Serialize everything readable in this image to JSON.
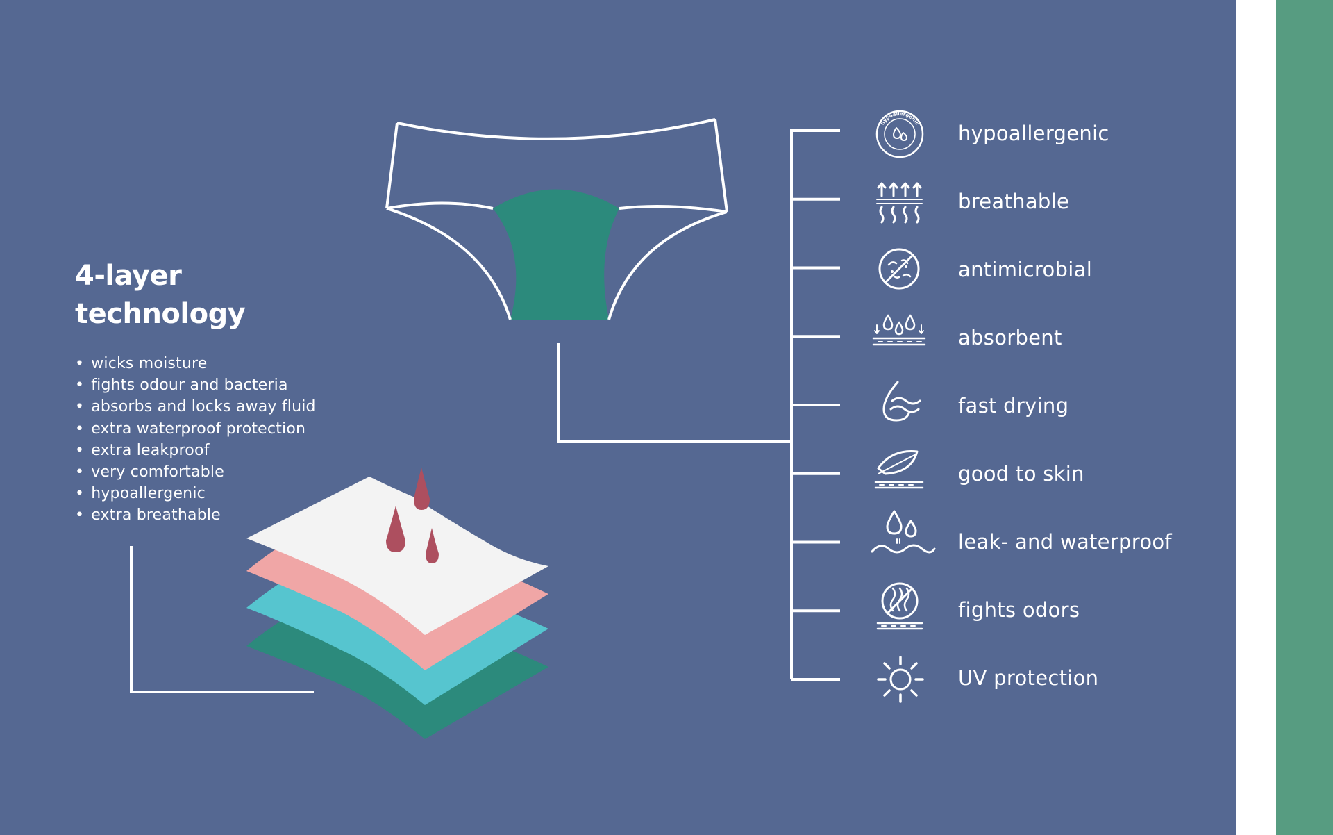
{
  "title": {
    "line1": "4-layer",
    "line2": "technology"
  },
  "bullets": [
    "wicks moisture",
    "fights odour and bacteria",
    "absorbs and locks away fluid",
    "extra waterproof protection",
    "extra leakproof",
    "very comfortable",
    "hypoallergenic",
    "extra breathable"
  ],
  "features": [
    {
      "label": "hypoallergenic",
      "icon": "hypoallergenic-badge-icon"
    },
    {
      "label": "breathable",
      "icon": "breathable-arrows-icon"
    },
    {
      "label": "antimicrobial",
      "icon": "antimicrobial-icon"
    },
    {
      "label": "absorbent",
      "icon": "absorbent-drops-icon"
    },
    {
      "label": "fast drying",
      "icon": "fast-drying-drop-icon"
    },
    {
      "label": "good to skin",
      "icon": "feather-icon"
    },
    {
      "label": "leak- and waterproof",
      "icon": "waterproof-drops-icon"
    },
    {
      "label": "fights odors",
      "icon": "odor-block-icon"
    },
    {
      "label": "UV protection",
      "icon": "sun-icon"
    }
  ],
  "badge_text": "hypoallergenic",
  "colors": {
    "background": "#556892",
    "accent_green": "#2c8a7c",
    "stripe_green": "#579c81",
    "layer_white": "#f3f3f3",
    "layer_pink": "#f0a6a6",
    "layer_cyan": "#56c5cf",
    "layer_green": "#2c8a7c",
    "drop_red": "#ad4f5f",
    "line_white": "#ffffff"
  }
}
